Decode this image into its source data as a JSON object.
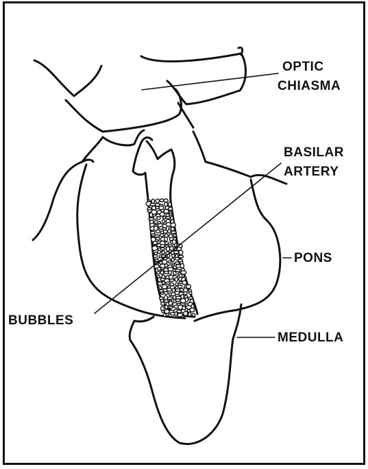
{
  "labels": {
    "optic_chiasma_line1": "OPTIC",
    "optic_chiasma_line2": "CHIASMA",
    "basilar_artery_line1": "BASILAR",
    "basilar_artery_line2": "ARTERY",
    "pons": "PONS",
    "bubbles": "BUBBLES",
    "medulla": "MEDULLA"
  }
}
